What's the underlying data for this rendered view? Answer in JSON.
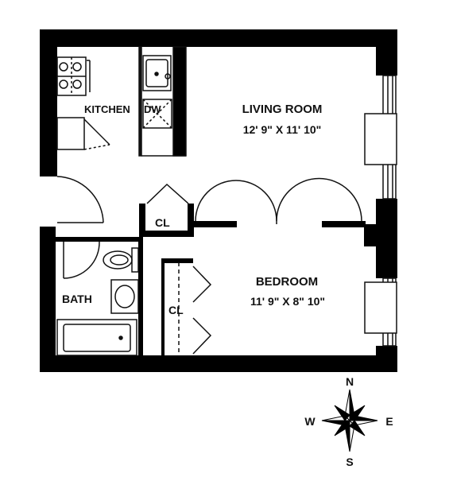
{
  "rooms": {
    "kitchen": {
      "name": "KITCHEN",
      "appliance": "DW"
    },
    "living": {
      "name": "LIVING ROOM",
      "dims": "12' 9\" X 11' 10\""
    },
    "bedroom": {
      "name": "BEDROOM",
      "dims": "11' 9\" X 8\" 10\""
    },
    "bath": {
      "name": "BATH"
    },
    "closet_hall": {
      "name": "CL"
    },
    "closet_bedroom": {
      "name": "CL"
    }
  },
  "compass": {
    "n": "N",
    "s": "S",
    "e": "E",
    "w": "W"
  },
  "colors": {
    "wall": "#000000",
    "line": "#111111",
    "background": "#ffffff"
  }
}
